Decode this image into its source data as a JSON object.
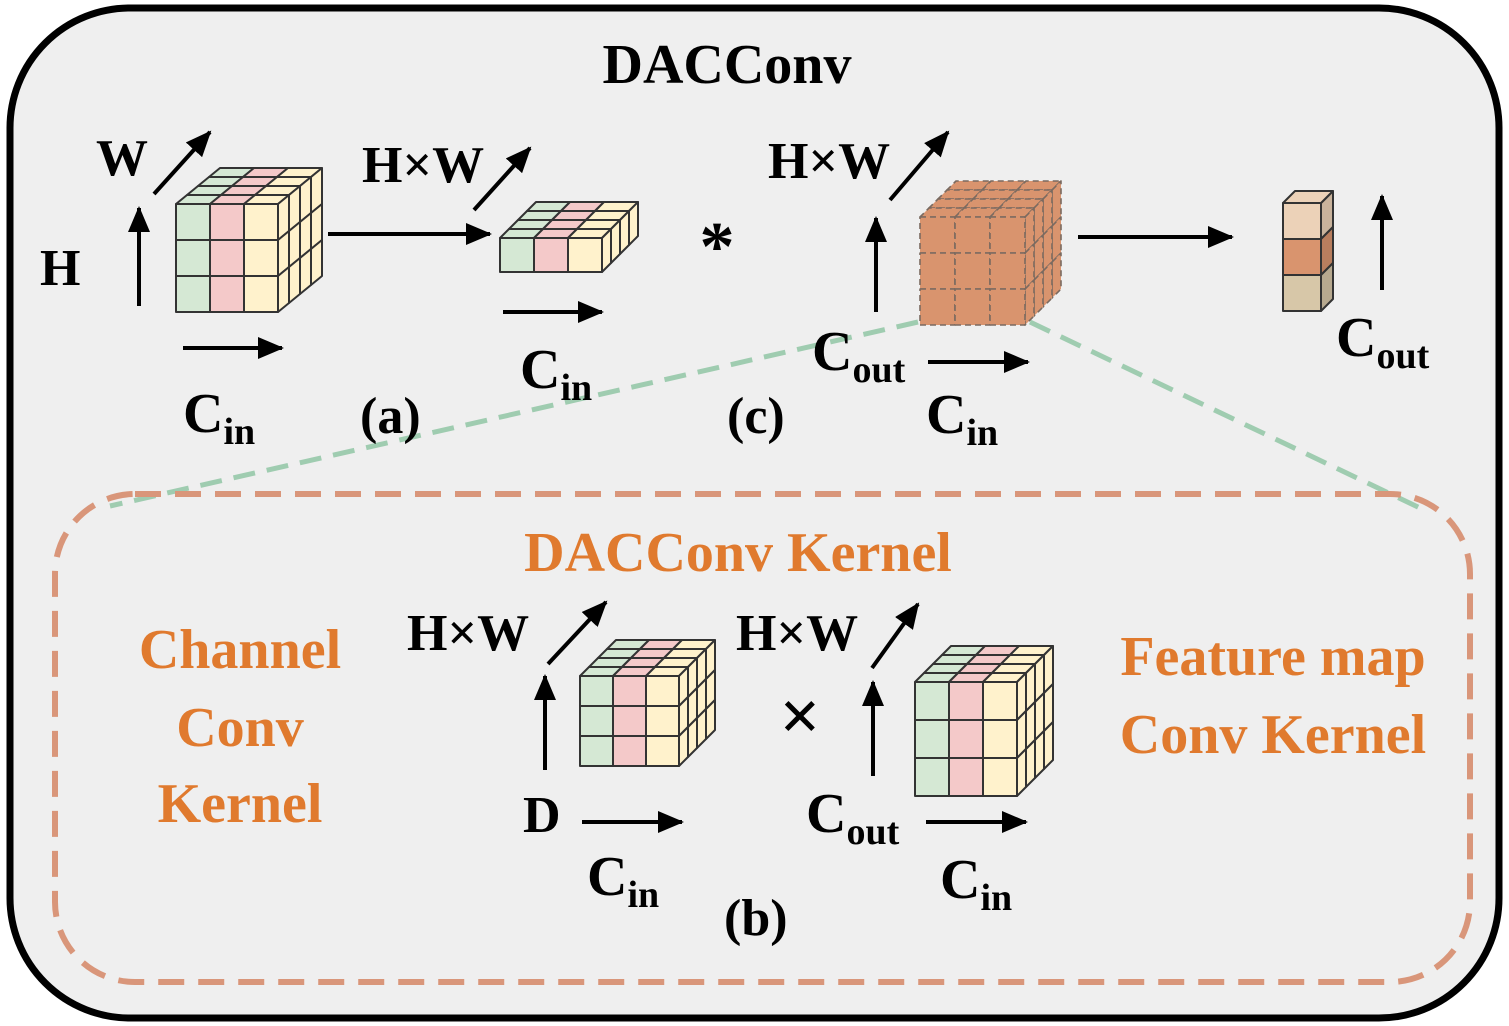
{
  "title": "DACConv",
  "kernel_title": "DACConv Kernel",
  "left_caption": [
    "Channel",
    "Conv",
    "Kernel"
  ],
  "right_caption": [
    "Feature map",
    "Conv Kernel"
  ],
  "panel_a": {
    "tag": "(a)",
    "h": "H",
    "w": "W",
    "hw": "H×W",
    "c": "C",
    "c_sub": "in"
  },
  "panel_c": {
    "tag": "(c)",
    "op": "*",
    "hw": "H×W",
    "cout": "C",
    "cout_sub": "out",
    "cin": "C",
    "cin_sub": "in",
    "out_c": "C",
    "out_c_sub": "out"
  },
  "panel_b": {
    "tag": "(b)",
    "hw1": "H×W",
    "d": "D",
    "cin1": "C",
    "cin1_sub": "in",
    "op": "×",
    "hw2": "H×W",
    "cout": "C",
    "cout_sub": "out",
    "cin2": "C",
    "cin2_sub": "in"
  },
  "colors": {
    "background": "#efefef",
    "border": "#000000",
    "accent_orange": "#e07a2e",
    "dashed_orange": "#d9967a",
    "dashed_green": "#9fccb0",
    "cell_green": "#d5e8d4",
    "cell_pink": "#f4c9c9",
    "cell_yellow": "#fff2cc",
    "kernel_brown": "#d9946e",
    "out_top": "#ecd2b8",
    "out_bottom": "#d7c7a8"
  }
}
